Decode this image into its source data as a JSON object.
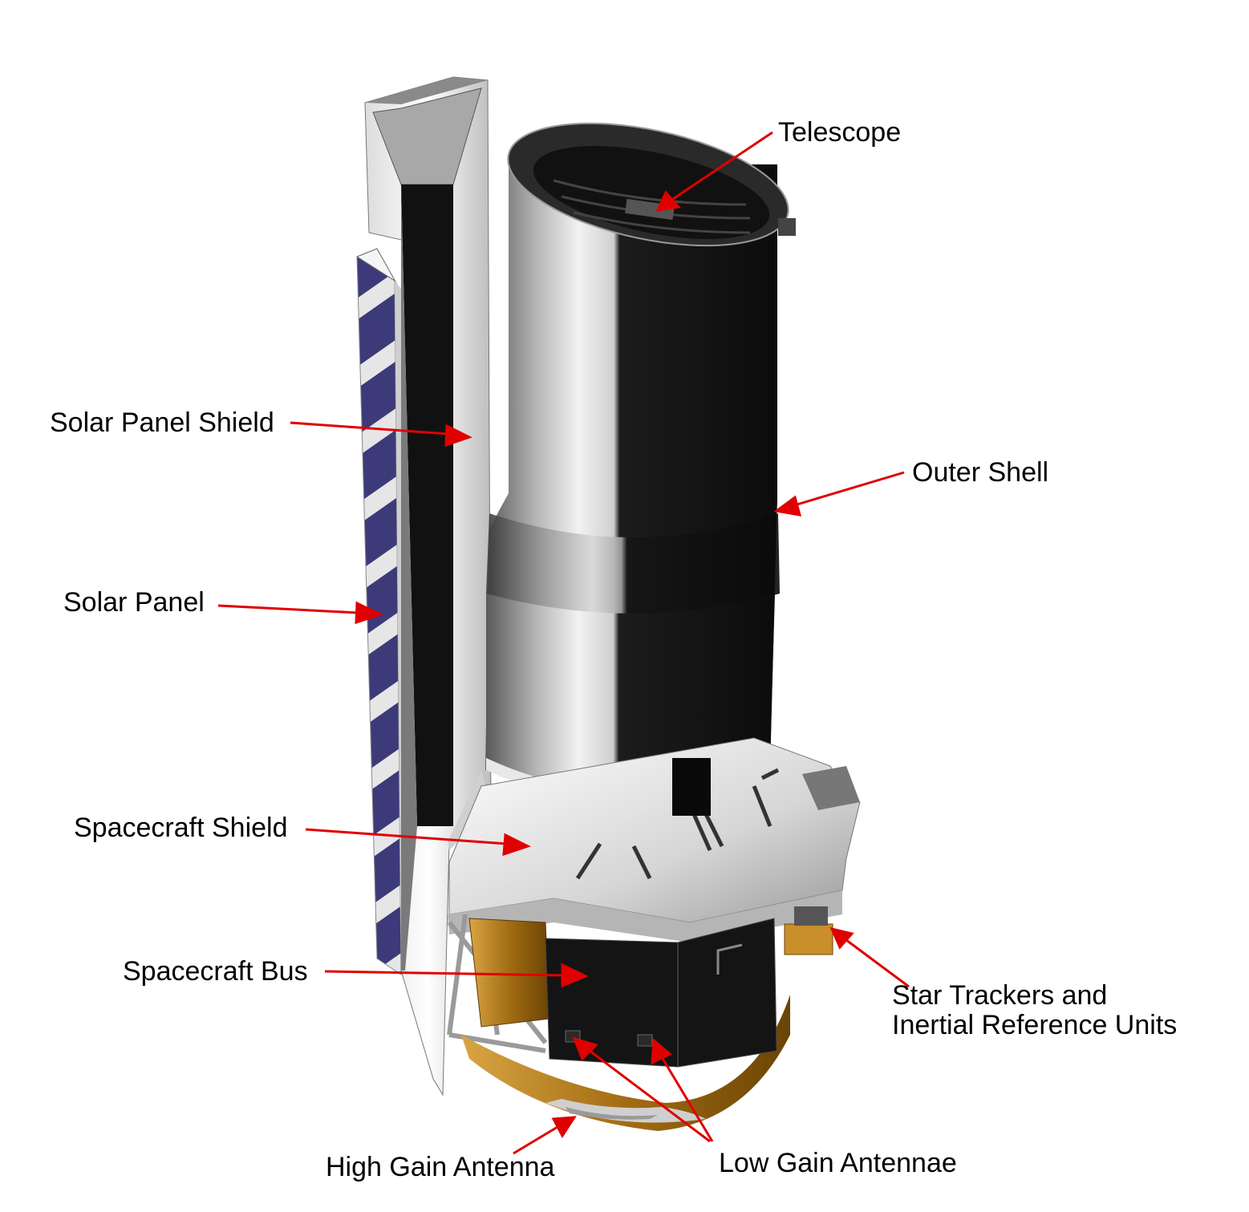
{
  "diagram": {
    "labels": {
      "telescope": "Telescope",
      "solar_panel_shield": "Solar Panel Shield",
      "outer_shell": "Outer Shell",
      "solar_panel": "Solar Panel",
      "spacecraft_shield": "Spacecraft Shield",
      "spacecraft_bus": "Spacecraft Bus",
      "star_trackers_line1": "Star Trackers and",
      "star_trackers_line2": "Inertial Reference Units",
      "high_gain_antenna": "High Gain Antenna",
      "low_gain_antennae": "Low Gain Antennae"
    },
    "colors": {
      "arrow": "#e00000",
      "solar_cell": "#3d3a7a",
      "gold_foil": "#b07a1a",
      "dark_body": "#141414"
    }
  }
}
